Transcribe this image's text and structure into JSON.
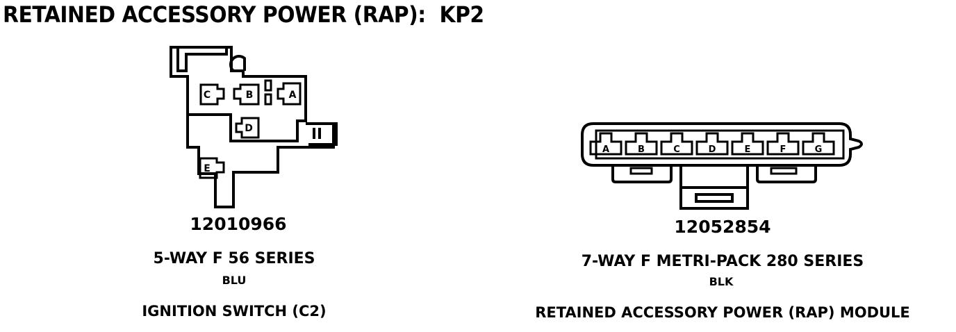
{
  "title": "RETAINED ACCESSORY POWER (RAP):  KP2",
  "left_connector": {
    "part_number": "12010966",
    "series": "5-WAY F 56 SERIES",
    "color": "BLU",
    "description": "IGNITION SWITCH (C2)",
    "pins": [
      "A",
      "B",
      "C",
      "D",
      "E"
    ]
  },
  "right_connector": {
    "part_number": "12052854",
    "series": "7-WAY F METRI-PACK 280 SERIES",
    "color": "BLK",
    "description": "RETAINED ACCESSORY POWER (RAP) MODULE",
    "pins": [
      "A",
      "B",
      "C",
      "D",
      "E",
      "F",
      "G"
    ]
  }
}
